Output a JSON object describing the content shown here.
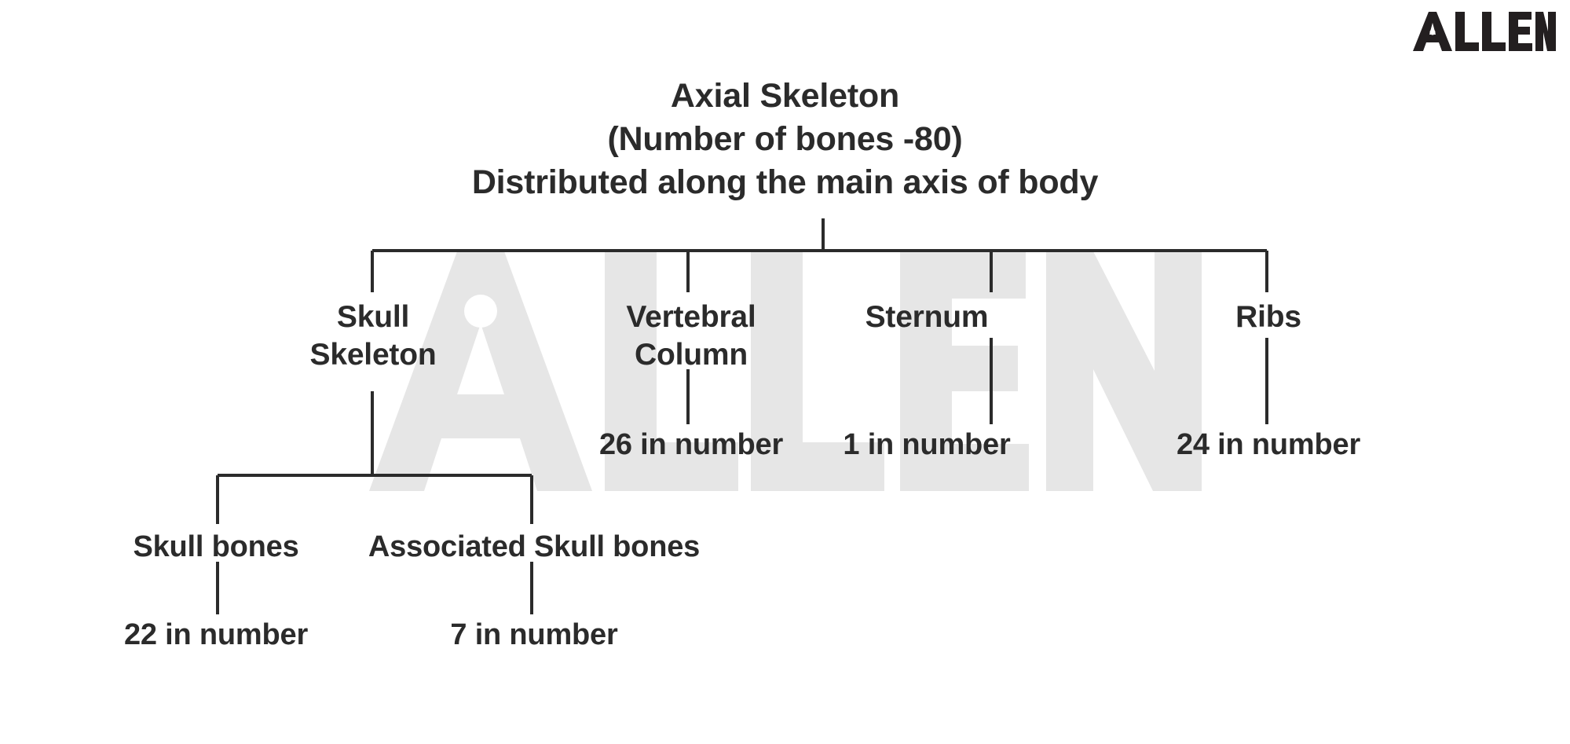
{
  "brand": {
    "logo_text": "ALLEN",
    "watermark_text": "ALLEN",
    "logo_color": "#231f20",
    "watermark_color": "#e6e6e6"
  },
  "theme": {
    "background": "#ffffff",
    "text_color": "#2b2b2b",
    "line_color": "#2b2b2b"
  },
  "diagram": {
    "type": "hierarchy-tree",
    "root": {
      "line1": "Axial Skeleton",
      "line2": "(Number of bones -80)",
      "line3": "Distributed along the main axis of body",
      "full_text": "Axial Skeleton\n(Number of bones -80)\nDistributed along the main axis of body"
    },
    "branches": [
      {
        "label": "Skull\nSkeleton",
        "label_flat": "Skull Skeleton",
        "count": "",
        "children": [
          {
            "label": "Skull bones",
            "count": "22 in number"
          },
          {
            "label": "Associated Skull bones",
            "count": "7 in number"
          }
        ]
      },
      {
        "label": "Vertebral\nColumn",
        "label_flat": "Vertebral Column",
        "count": "26 in number",
        "children": []
      },
      {
        "label": "Sternum",
        "label_flat": "Sternum",
        "count": "1 in number",
        "children": []
      },
      {
        "label": "Ribs",
        "label_flat": "Ribs",
        "count": "24 in number",
        "children": []
      }
    ]
  }
}
